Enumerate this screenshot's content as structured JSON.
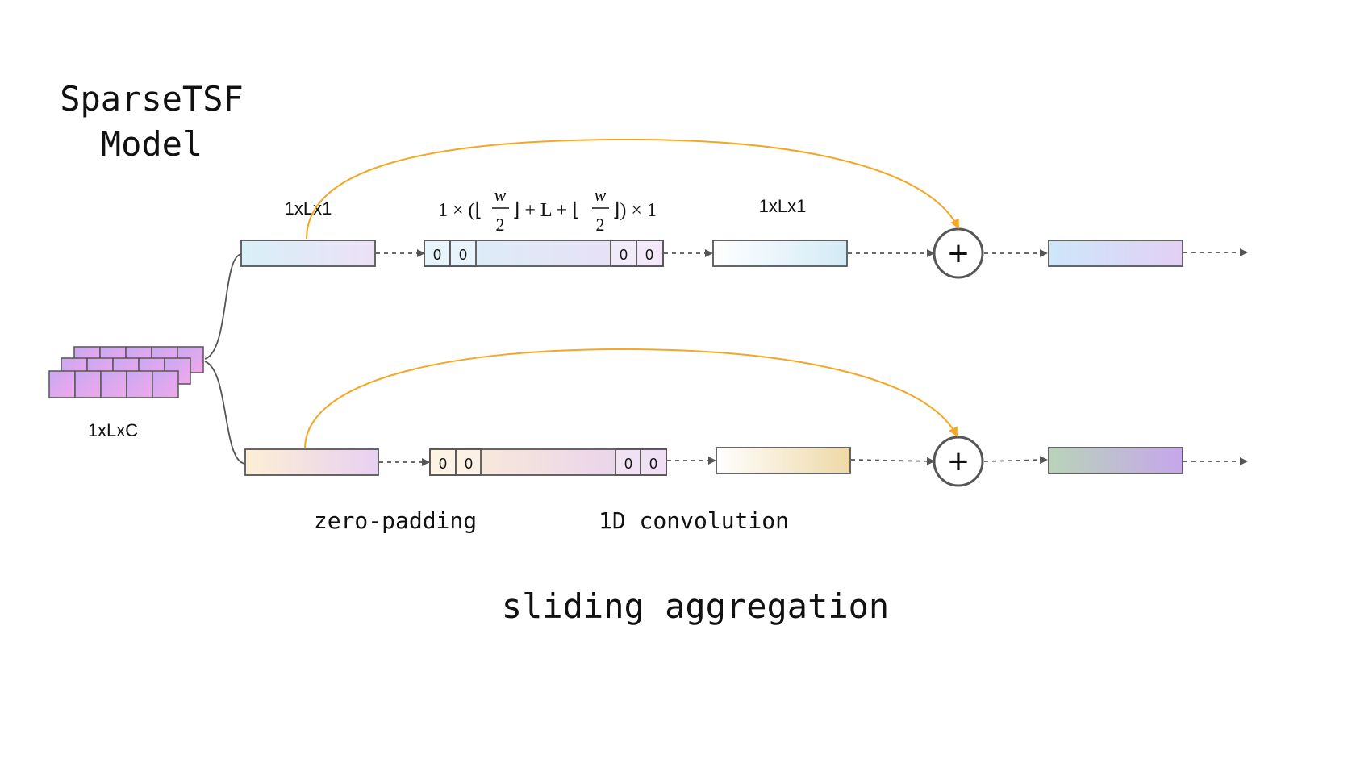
{
  "title": {
    "line1": "SparseTSF",
    "line2": "Model"
  },
  "labels": {
    "input_shape": "1xLxC",
    "top_input_shape": "1xLx1",
    "top_conv_shape": "1xLx1",
    "zero_padding": "zero-padding",
    "conv": "1D convolution",
    "caption": "sliding aggregation",
    "formula": {
      "lead": "1 × (⌊",
      "frac_num": "w",
      "frac_den": "2",
      "mid": "⌋ + L + ⌊",
      "tail": "⌋) × 1"
    }
  },
  "pad_value": "0",
  "plus_symbol": "+",
  "colors": {
    "stroke": "#555555",
    "skip_arrow": "#f5a623",
    "purple": "#d8b6f0",
    "blue_light": "#d6ecf8",
    "cream": "#fbeed0",
    "tan": "#f0d9a8",
    "green_gray": "#b6cfb5",
    "violet": "#c8a6ea"
  }
}
